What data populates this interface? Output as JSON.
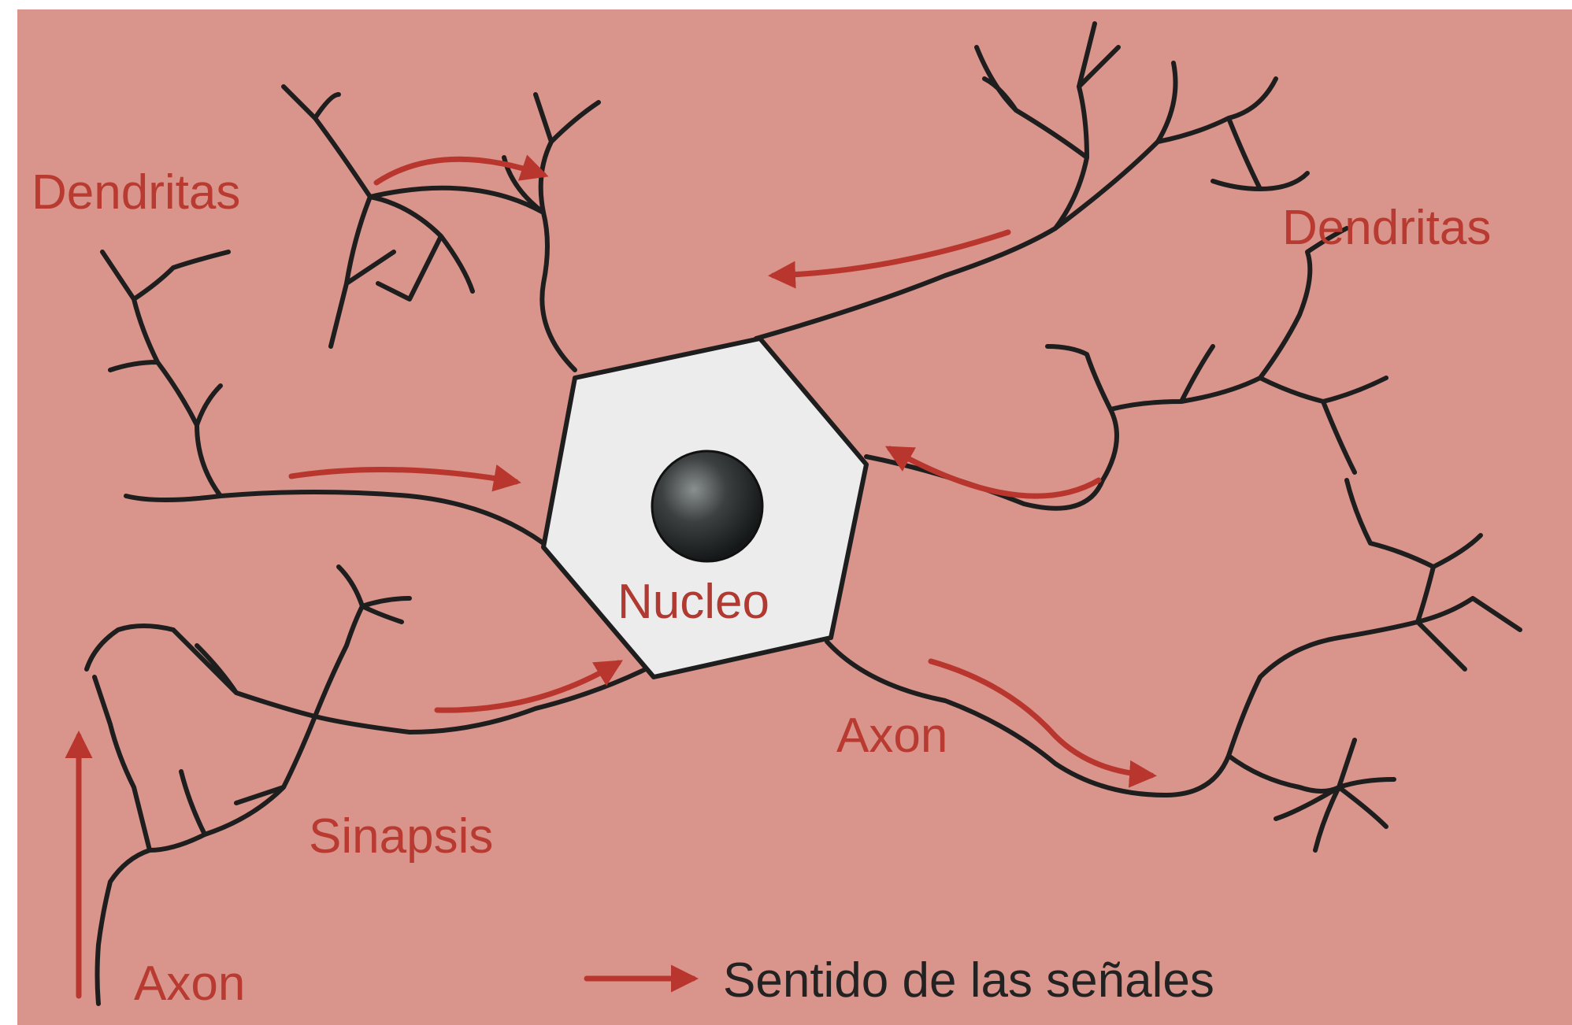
{
  "labels": {
    "dendrites_left": "Dendritas",
    "dendrites_right": "Dendritas",
    "nucleus": "Nucleo",
    "axon_right": "Axon",
    "synapse": "Sinapsis",
    "axon_bottom": "Axon",
    "legend": "Sentido de las señales"
  },
  "colors": {
    "background": "#d9948b",
    "cell_body": "#ececec",
    "outline": "#1e1e1e",
    "nucleus": "#3a3d3d",
    "arrow": "#b8362e",
    "label_text": "#b83a30",
    "legend_text": "#222222"
  },
  "icons": {
    "nucleus": "dark-sphere",
    "signal_arrow": "red-arrow"
  }
}
